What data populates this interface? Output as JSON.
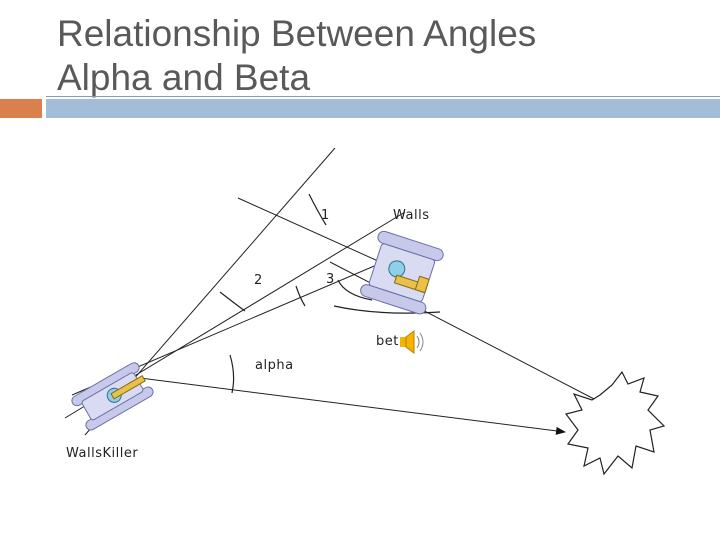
{
  "slide": {
    "title_line1": "Relationship Between Angles",
    "title_line2": "Alpha and Beta",
    "accent_color": "#d9804d",
    "bar_color": "#a3bcd8"
  },
  "diagram": {
    "labels": {
      "angle1": "1",
      "angle2": "2",
      "angle3": "3",
      "alpha": "alpha",
      "beta": "bet",
      "walls": "Walls",
      "walls_killer": "WallsKiller"
    },
    "icons": [
      "tank-icon",
      "speaker-icon",
      "explosion-icon"
    ]
  }
}
